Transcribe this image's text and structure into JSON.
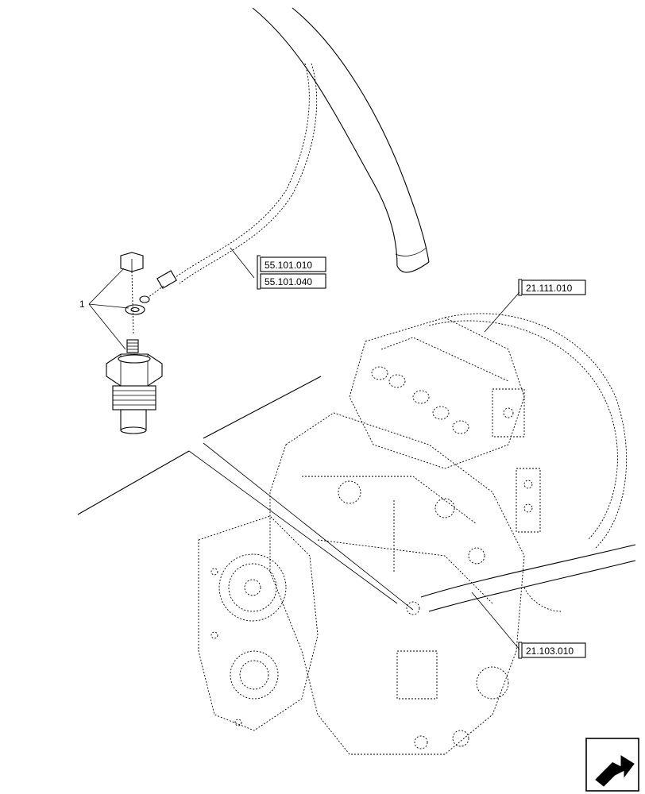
{
  "callouts": {
    "item_number": "1",
    "ref_a": "55.101.010",
    "ref_b": "55.101.040",
    "ref_c": "21.111.010",
    "ref_d": "21.103.010"
  },
  "icons": {
    "corner": "continue-arrow-icon"
  }
}
